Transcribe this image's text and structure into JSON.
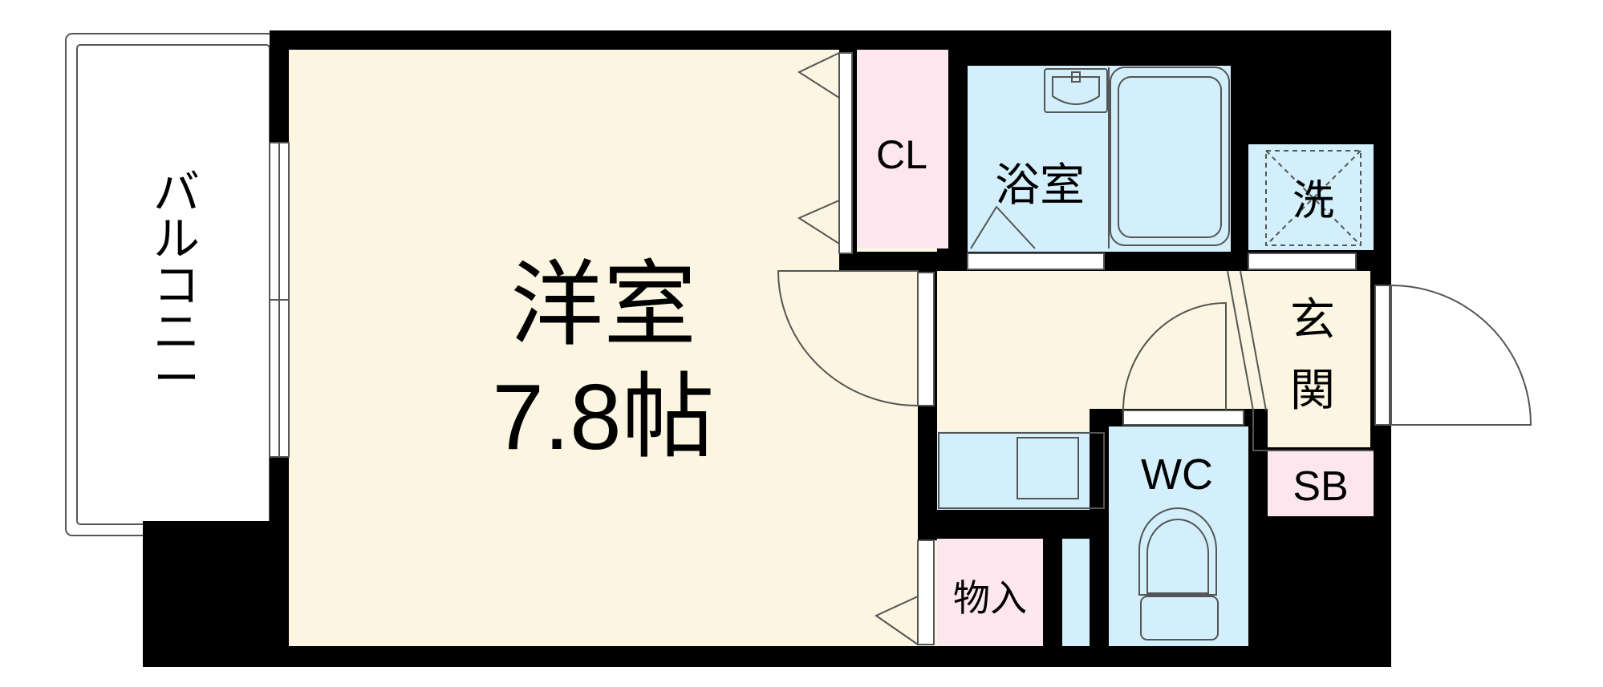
{
  "rooms": {
    "balcony": "バルコニー",
    "western_room": "洋室",
    "western_room_size": "7.8帖",
    "closet": "CL",
    "bath": "浴室",
    "washer": "洗",
    "entrance": "玄関",
    "toilet": "WC",
    "shoe_box": "SB",
    "storage": "物入"
  },
  "colors": {
    "wall": "#000000",
    "room_floor": "#fbf5e1",
    "closet": "#fde7ef",
    "wet_area": "#d2effb",
    "balcony": "#ffffff"
  }
}
